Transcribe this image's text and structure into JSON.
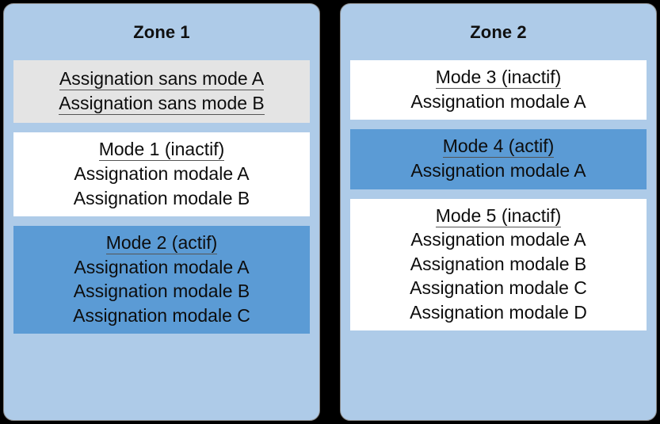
{
  "diagram": {
    "title_hidden": "",
    "colors": {
      "page_background": "#000000",
      "zone_background": "#aecbe8",
      "zone_border": "#8a8a8a",
      "unmoded_box_background": "#e4e4e4",
      "inactive_mode_background": "#ffffff",
      "active_mode_background": "#5b9bd5",
      "text": "#0d0d0d",
      "underline": "#555555"
    }
  },
  "zones": [
    {
      "title": "Zone 1",
      "boxes": [
        {
          "kind": "unmoded",
          "header": null,
          "assignments_underlined": true,
          "assignments": [
            "Assignation sans mode A",
            "Assignation sans mode B"
          ]
        },
        {
          "kind": "inactive",
          "header": "Mode 1 (inactif)",
          "assignments_underlined": false,
          "assignments": [
            "Assignation modale A",
            "Assignation modale B"
          ]
        },
        {
          "kind": "active",
          "header": "Mode 2 (actif)",
          "assignments_underlined": false,
          "assignments": [
            "Assignation modale A",
            "Assignation modale B",
            "Assignation modale C"
          ]
        }
      ]
    },
    {
      "title": "Zone 2",
      "boxes": [
        {
          "kind": "inactive",
          "header": "Mode 3 (inactif)",
          "assignments_underlined": false,
          "assignments": [
            "Assignation modale A"
          ]
        },
        {
          "kind": "active",
          "header": "Mode 4 (actif)",
          "assignments_underlined": false,
          "assignments": [
            "Assignation modale A"
          ]
        },
        {
          "kind": "inactive",
          "header": "Mode 5 (inactif)",
          "assignments_underlined": false,
          "assignments": [
            "Assignation modale A",
            "Assignation modale B",
            "Assignation modale C",
            "Assignation modale D"
          ]
        }
      ]
    }
  ]
}
